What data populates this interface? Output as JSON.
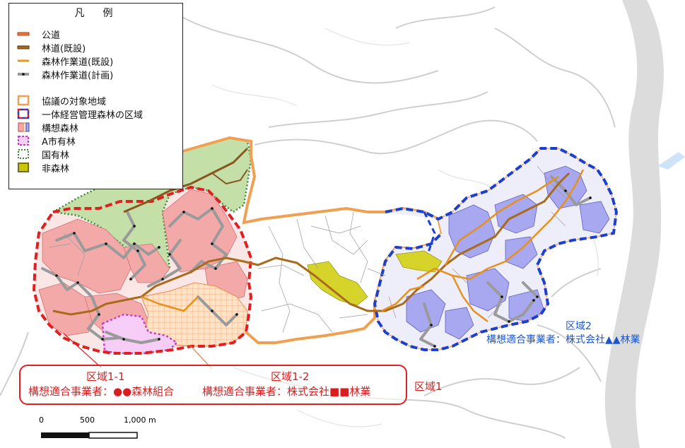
{
  "legend": {
    "title": "凡　例",
    "items": [
      {
        "key": "public-road",
        "label": "公道",
        "color": "#e8783a"
      },
      {
        "key": "forest-road",
        "label": "林道(既設)",
        "color": "#a86a1e"
      },
      {
        "key": "work-road-existing",
        "label": "森林作業道(既設)",
        "color": "#e8961e"
      },
      {
        "key": "work-road-planned",
        "label": "森林作業道(計画)",
        "color": "#888888"
      },
      {
        "key": "target-area",
        "label": "協議の対象地域",
        "color": "#f0a050"
      },
      {
        "key": "integrated-area",
        "label": "一体経営管理森林の区域",
        "color": "#e02020"
      },
      {
        "key": "plan-forest",
        "label": "構想森林",
        "color": "#f4a8a8"
      },
      {
        "key": "city-forest",
        "label": "A市有林",
        "color": "#e060e0"
      },
      {
        "key": "national-forest",
        "label": "国有林",
        "color": "#3a8a3a"
      },
      {
        "key": "non-forest",
        "label": "非森林",
        "color": "#c8c800"
      }
    ]
  },
  "zones": {
    "zone_1_1": {
      "name": "区域1-1",
      "operator": "構想適合事業者：●●森林組合"
    },
    "zone_1_2": {
      "name": "区域1-2",
      "operator": "構想適合事業者：株式会社■■林業"
    },
    "zone_1": {
      "name": "区域1"
    },
    "zone_2": {
      "name": "区域2",
      "operator": "構想適合事業者：株式会社▲▲林業"
    }
  },
  "scale_bar": {
    "labels": [
      "0",
      "500",
      "1,000 m"
    ]
  }
}
